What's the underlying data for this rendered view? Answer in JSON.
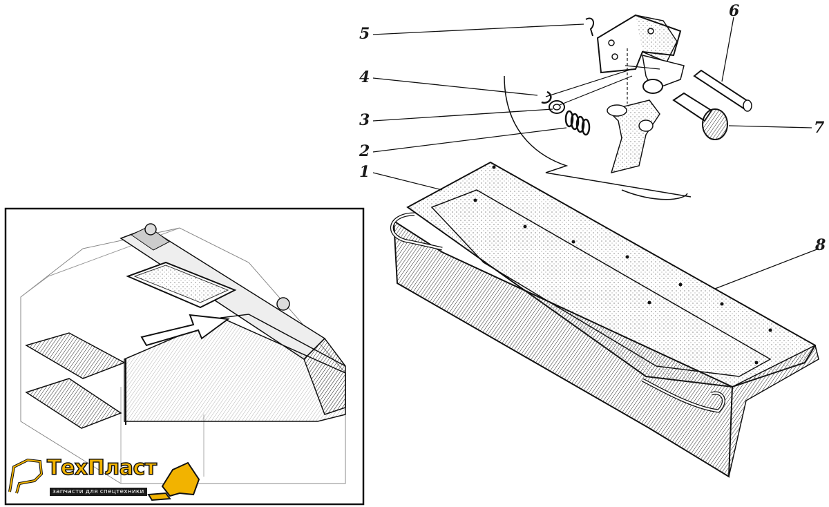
{
  "callouts": {
    "c1": "1",
    "c2": "2",
    "c3": "3",
    "c4": "4",
    "c5": "5",
    "c6": "6",
    "c7": "7",
    "c8": "8"
  },
  "logo": {
    "name": "ТехПласт",
    "tagline": "запчасти для спецтехники",
    "colors": {
      "accent": "#f2b300",
      "outline": "#111111"
    }
  },
  "colors": {
    "ink": "#1a1a1a",
    "paper": "#ffffff"
  }
}
